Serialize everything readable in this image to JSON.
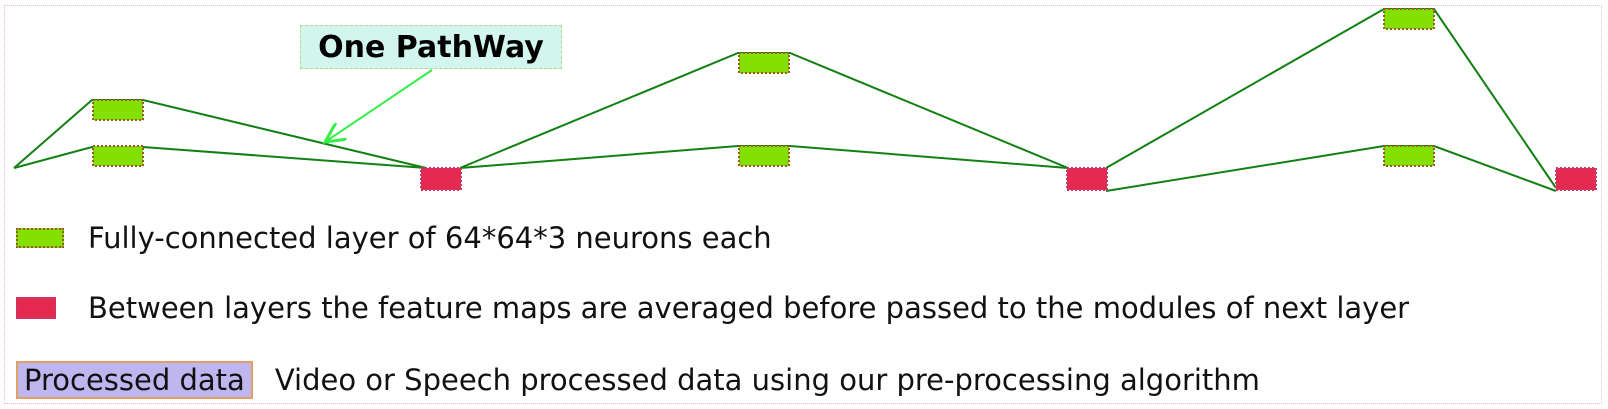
{
  "annotation": {
    "label": "One PathWay"
  },
  "legend": {
    "fc_text": "Fully-connected layer of 64*64*3 neurons each",
    "avg_text": "Between layers the feature maps are averaged before passed to the modules of next layer",
    "data_swatch_label": "Processed data",
    "data_text": "Video or Speech processed data using our pre-processing algorithm"
  },
  "colors": {
    "fc_module": "#84e000",
    "averaging_node": "#e52a52",
    "pathway_line": "#128012",
    "annotation_arrow": "#33ee44",
    "processed_data": "#bfb6f0"
  }
}
